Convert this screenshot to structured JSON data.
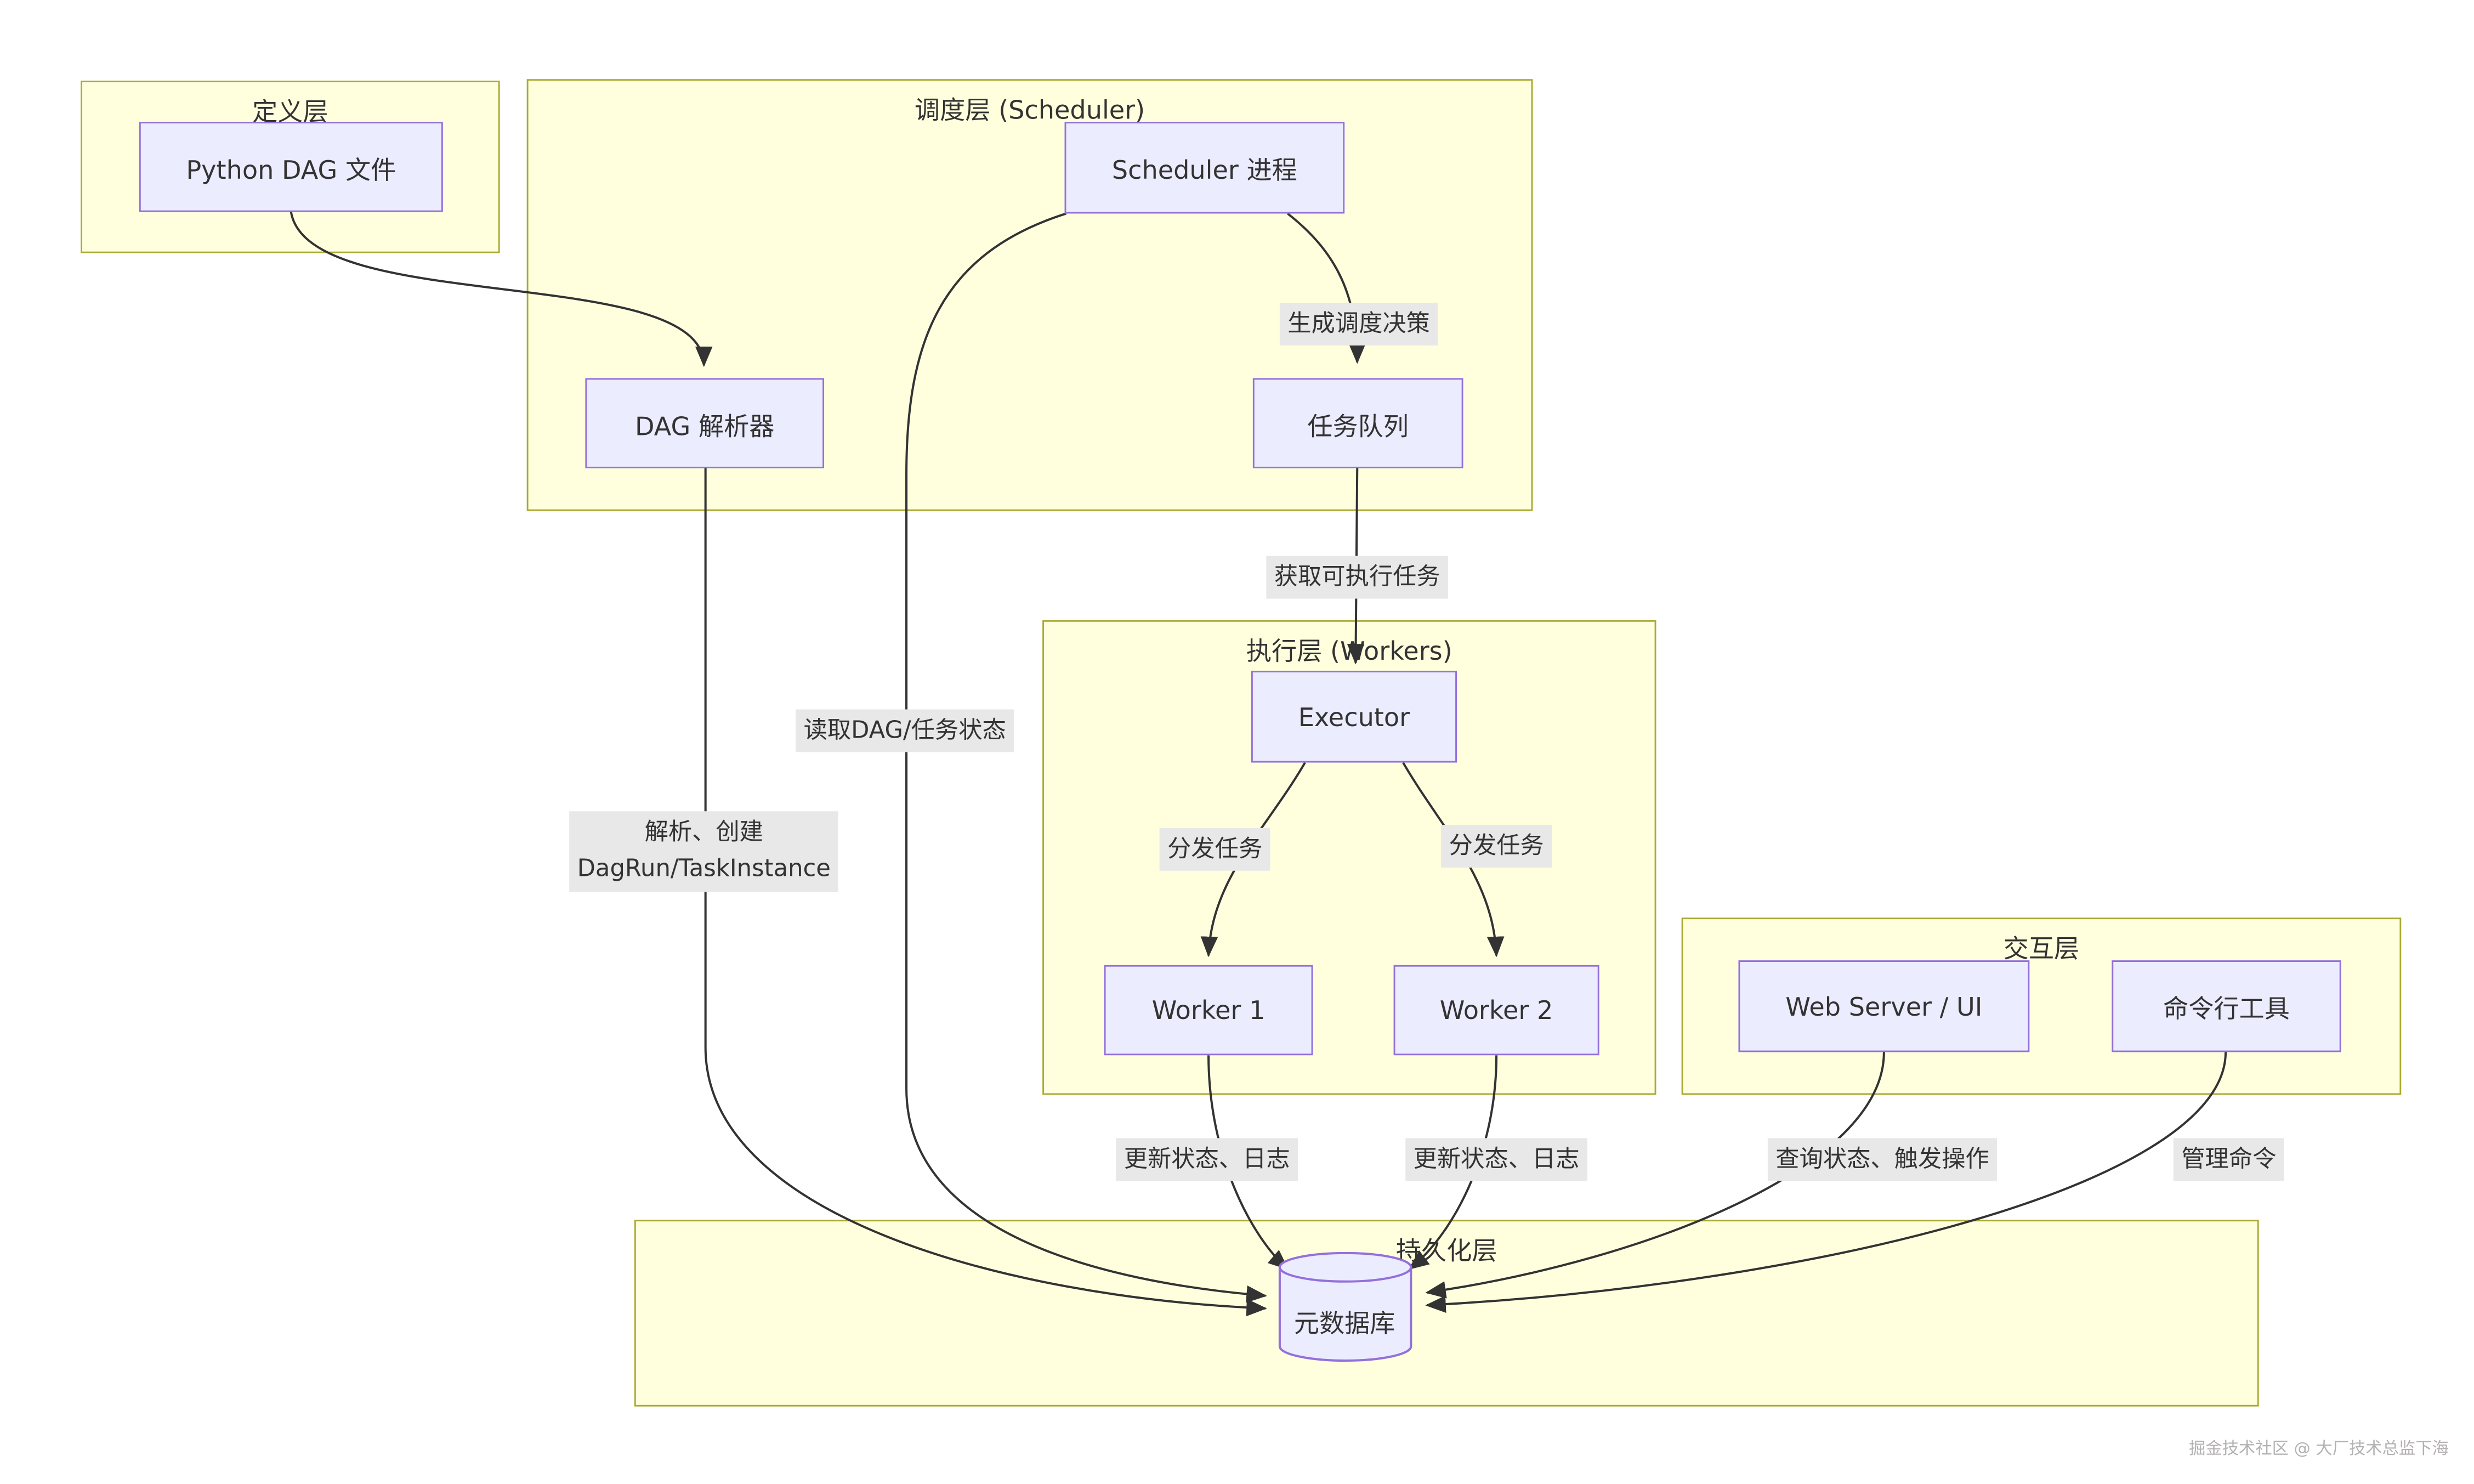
{
  "layers": {
    "definition": {
      "title": "定义层"
    },
    "scheduler": {
      "title": "调度层 (Scheduler)"
    },
    "workers": {
      "title": "执行层 (Workers)"
    },
    "interaction": {
      "title": "交互层"
    },
    "persistence": {
      "title": "持久化层"
    }
  },
  "nodes": {
    "python_dag": {
      "label": "Python DAG 文件"
    },
    "scheduler_process": {
      "label": "Scheduler 进程"
    },
    "dag_parser": {
      "label": "DAG 解析器"
    },
    "task_queue": {
      "label": "任务队列"
    },
    "executor": {
      "label": "Executor"
    },
    "worker1": {
      "label": "Worker 1"
    },
    "worker2": {
      "label": "Worker 2"
    },
    "web_server": {
      "label": "Web Server / UI"
    },
    "cli": {
      "label": "命令行工具"
    },
    "metadata_db": {
      "label": "元数据库"
    }
  },
  "edges": {
    "gen_decision": {
      "label": "生成调度决策"
    },
    "fetch_tasks": {
      "label": "获取可执行任务"
    },
    "read_state": {
      "label": "读取DAG/任务状态"
    },
    "parse_create": {
      "label": "解析、创建\nDagRun/TaskInstance"
    },
    "dispatch_left": {
      "label": "分发任务"
    },
    "dispatch_right": {
      "label": "分发任务"
    },
    "update_left": {
      "label": "更新状态、日志"
    },
    "update_right": {
      "label": "更新状态、日志"
    },
    "query_trigger": {
      "label": "查询状态、触发操作"
    },
    "manage_cmd": {
      "label": "管理命令"
    }
  },
  "watermark": {
    "text": "掘金技术社区 @ 大厂技术总监下海"
  },
  "colors": {
    "layer_fill": "#ffffde",
    "layer_border": "#aaaa33",
    "node_fill": "#ececff",
    "node_border": "#9370db",
    "edge_label_bg": "#e8e8e8",
    "edge_stroke": "#333333",
    "text": "#333333"
  }
}
